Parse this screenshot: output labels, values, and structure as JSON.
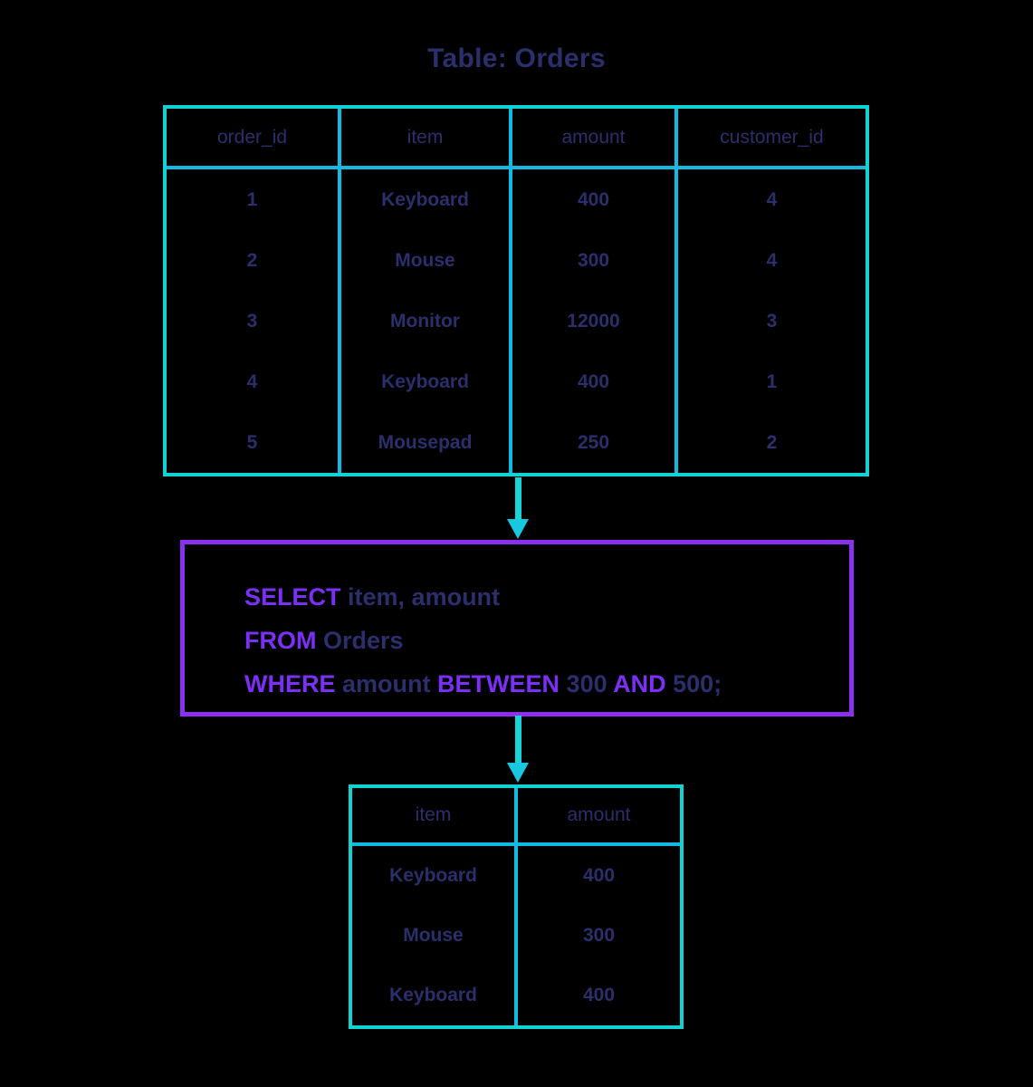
{
  "title": "Table: Orders",
  "colors": {
    "background": "#000000",
    "table_border": "#12d3d3",
    "table_divider": "#12b9e0",
    "arrow": "#18d3d8",
    "query_box_border": "#8b2ff0",
    "sql_keyword": "#7b2ff7",
    "text_navy": "#2b2f6b"
  },
  "source_table": {
    "name": "Orders",
    "columns": [
      "order_id",
      "item",
      "amount",
      "customer_id"
    ],
    "rows": [
      [
        "1",
        "Keyboard",
        "400",
        "4"
      ],
      [
        "2",
        "Mouse",
        "300",
        "4"
      ],
      [
        "3",
        "Monitor",
        "12000",
        "3"
      ],
      [
        "4",
        "Keyboard",
        "400",
        "1"
      ],
      [
        "5",
        "Mousepad",
        "250",
        "2"
      ]
    ]
  },
  "query": {
    "full_text": "SELECT item, amount FROM Orders WHERE amount BETWEEN 300 AND 500;",
    "lines": [
      {
        "tokens": [
          {
            "text": "SELECT",
            "type": "keyword"
          },
          {
            "text": "item, amount",
            "type": "value"
          }
        ]
      },
      {
        "tokens": [
          {
            "text": "FROM",
            "type": "keyword"
          },
          {
            "text": "Orders",
            "type": "value"
          }
        ]
      },
      {
        "tokens": [
          {
            "text": "WHERE",
            "type": "keyword"
          },
          {
            "text": "amount",
            "type": "value"
          },
          {
            "text": "BETWEEN",
            "type": "keyword"
          },
          {
            "text": "300",
            "type": "value"
          },
          {
            "text": "AND",
            "type": "keyword"
          },
          {
            "text": "500;",
            "type": "value"
          }
        ]
      }
    ]
  },
  "result_table": {
    "columns": [
      "item",
      "amount"
    ],
    "rows": [
      [
        "Keyboard",
        "400"
      ],
      [
        "Mouse",
        "300"
      ],
      [
        "Keyboard",
        "400"
      ]
    ]
  },
  "arrows": [
    {
      "name": "arrow-table-to-query",
      "direction": "down"
    },
    {
      "name": "arrow-query-to-result",
      "direction": "down"
    }
  ]
}
